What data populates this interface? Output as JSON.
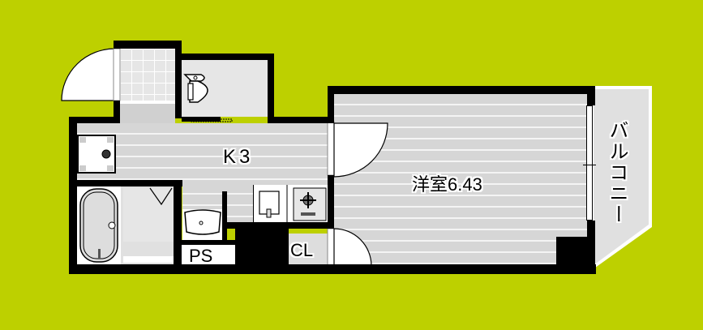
{
  "plan": {
    "rooms": {
      "kitchen": {
        "label": "K3"
      },
      "western_room": {
        "label": "洋室6.43"
      },
      "balcony": {
        "label": "バルコニー"
      },
      "closet": {
        "label": "CL"
      },
      "pipe_space": {
        "label": "PS"
      }
    },
    "colors": {
      "background": "#bdd000",
      "wall": "#000000",
      "floor": "#d6d6d6",
      "floor_line": "#f4f4f4",
      "balcony": "#e0e0e0"
    }
  }
}
